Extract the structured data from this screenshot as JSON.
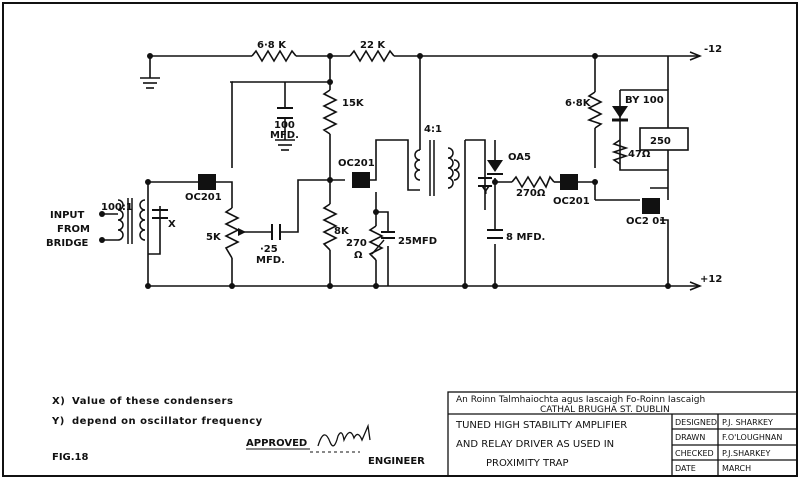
{
  "supply": {
    "top": "-12",
    "bottom": "+12"
  },
  "input": {
    "line1": "INPUT",
    "line2": "FROM",
    "line3": "BRIDGE"
  },
  "components": {
    "transformer_in": "100:1",
    "cap_x": "X",
    "transistor_1": "OC201",
    "pot_5k": "5K",
    "cap_25": "·25",
    "cap_25_unit": "MFD.",
    "res_68k": "6·8 K",
    "cap_100": "100",
    "cap_100_unit": "MFD.",
    "res_15k": "15K",
    "res_22k": "22 K",
    "transistor_2": "OC201",
    "res_8k": "8K",
    "res_270": "270",
    "res_270_unit": "Ω",
    "cap_25mfd": "25MFD",
    "transformer_41": "4:1",
    "cap_y": "Y",
    "diode_oa5": "OA5",
    "cap_8": "8 MFD.",
    "res_270b": "270Ω",
    "transistor_3": "OC201",
    "res_68k_b": "6·8K",
    "diode_by100": "BY 100",
    "res_47": "47Ω",
    "relay": "250",
    "transistor_4": "OC2 01"
  },
  "notes": {
    "x_marker": "X)",
    "y_marker": "Y)",
    "line1": "Value of these condensers",
    "line2": "depend on oscillator frequency"
  },
  "approval": {
    "approved": "APPROVED",
    "engineer": "ENGINEER"
  },
  "fig": "FIG.18",
  "title_block": {
    "dept_line1": "An Roinn Talmhaiochta agus Iascaigh Fo-Roinn Iascaigh",
    "dept_line2": "CATHAL BRUGHA ST. DUBLIN",
    "title_line1": "TUNED HIGH STABILITY AMPLIFIER",
    "title_line2": "AND RELAY DRIVER AS USED IN",
    "title_line3": "PROXIMITY TRAP",
    "rows": [
      {
        "label": "DESIGNED",
        "value": "P.J. SHARKEY"
      },
      {
        "label": "DRAWN",
        "value": "F.O'LOUGHNAN"
      },
      {
        "label": "CHECKED",
        "value": "P.J.SHARKEY"
      },
      {
        "label": "DATE",
        "value": "MARCH"
      }
    ]
  }
}
